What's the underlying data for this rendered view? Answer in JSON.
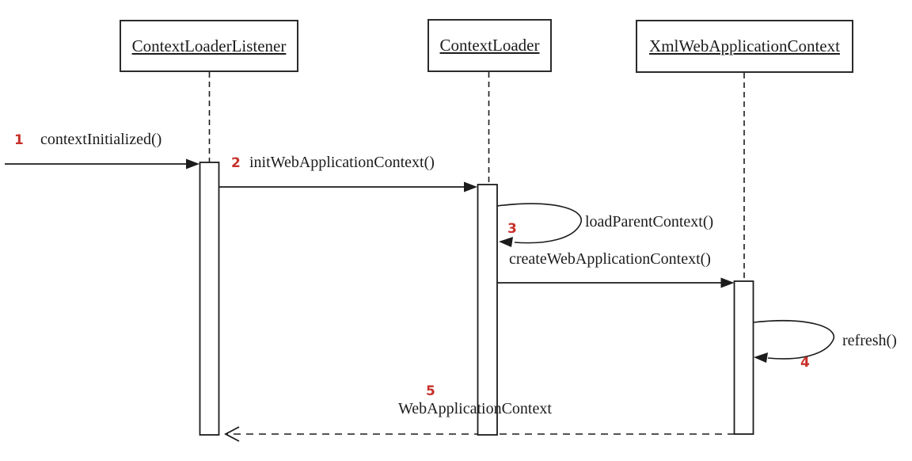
{
  "diagram": {
    "type": "uml-sequence-diagram",
    "participants": [
      {
        "name": "ContextLoaderListener"
      },
      {
        "name": "ContextLoader"
      },
      {
        "name": "XmlWebApplicationContext"
      }
    ],
    "messages": [
      {
        "seq": "1",
        "label": "contextInitialized()",
        "kind": "solid-arrow"
      },
      {
        "seq": "2",
        "label": "initWebApplicationContext()",
        "kind": "solid-arrow"
      },
      {
        "seq": "3",
        "label": "loadParentContext()",
        "kind": "self-loop"
      },
      {
        "seq": "",
        "label": "createWebApplicationContext()",
        "kind": "solid-arrow"
      },
      {
        "seq": "4",
        "label": "refresh()",
        "kind": "self-loop"
      },
      {
        "seq": "5",
        "label": "WebApplicationContext",
        "kind": "dashed-return"
      }
    ],
    "colors": {
      "line": "#1c1c1c",
      "seq_number": "#c8312b",
      "background": "#ffffff"
    }
  }
}
